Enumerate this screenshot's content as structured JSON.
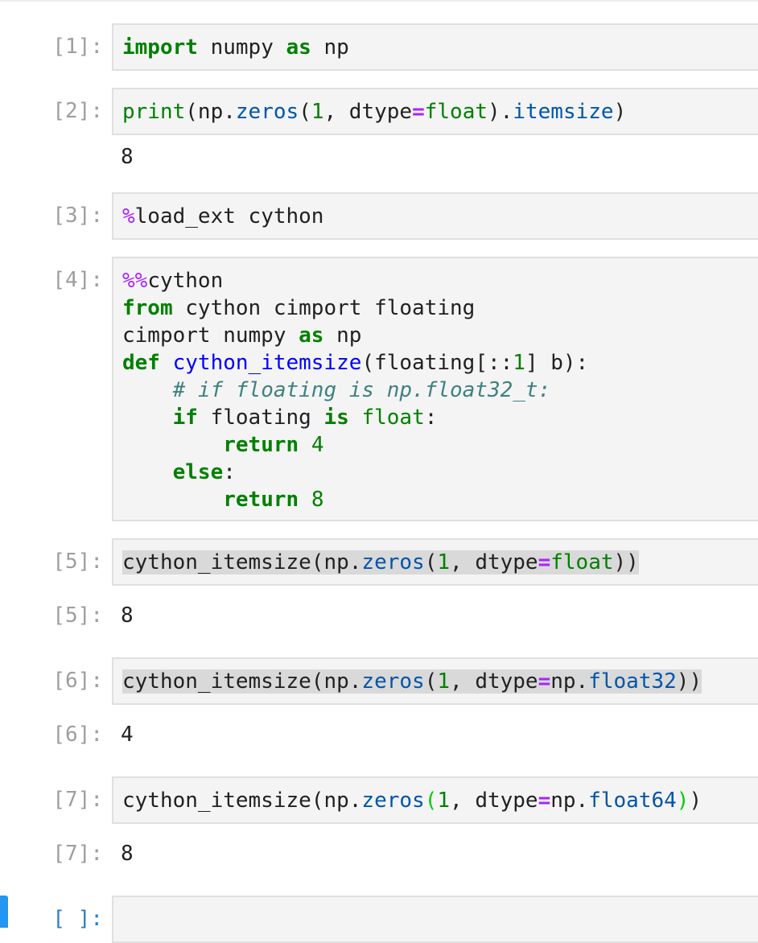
{
  "notebook": {
    "cells": [
      {
        "id": "cell-1",
        "input_prompt": "[1]:",
        "code_lines": [
          [
            {
              "t": "import",
              "c": "kw"
            },
            {
              "t": " numpy ",
              "c": "nm"
            },
            {
              "t": "as",
              "c": "kw"
            },
            {
              "t": " np",
              "c": "nm"
            }
          ]
        ],
        "output": null
      },
      {
        "id": "cell-2",
        "input_prompt": "[2]:",
        "code_lines": [
          [
            {
              "t": "print",
              "c": "bi"
            },
            {
              "t": "(np.",
              "c": "nm"
            },
            {
              "t": "zeros",
              "c": "attr"
            },
            {
              "t": "(",
              "c": "nm"
            },
            {
              "t": "1",
              "c": "num"
            },
            {
              "t": ", dtype",
              "c": "nm"
            },
            {
              "t": "=",
              "c": "op"
            },
            {
              "t": "float",
              "c": "bi"
            },
            {
              "t": ").",
              "c": "nm"
            },
            {
              "t": "itemsize",
              "c": "attr"
            },
            {
              "t": ")",
              "c": "nm"
            }
          ]
        ],
        "output": {
          "prompt": "",
          "text": "8"
        }
      },
      {
        "id": "cell-3",
        "input_prompt": "[3]:",
        "code_lines": [
          [
            {
              "t": "%",
              "c": "mg"
            },
            {
              "t": "load_ext cython",
              "c": "nm"
            }
          ]
        ],
        "output": null
      },
      {
        "id": "cell-4",
        "input_prompt": "[4]:",
        "code_lines": [
          [
            {
              "t": "%%",
              "c": "mg"
            },
            {
              "t": "cython",
              "c": "nm"
            }
          ],
          [
            {
              "t": "from",
              "c": "kw"
            },
            {
              "t": " cython cimport floating",
              "c": "nm"
            }
          ],
          [
            {
              "t": "cimport numpy ",
              "c": "nm"
            },
            {
              "t": "as",
              "c": "kw"
            },
            {
              "t": " np",
              "c": "nm"
            }
          ],
          [
            {
              "t": "def",
              "c": "kw"
            },
            {
              "t": " ",
              "c": "nm"
            },
            {
              "t": "cython_itemsize",
              "c": "fn"
            },
            {
              "t": "(floating[::",
              "c": "nm"
            },
            {
              "t": "1",
              "c": "num"
            },
            {
              "t": "] b):",
              "c": "nm"
            }
          ],
          [
            {
              "t": "    ",
              "c": "nm"
            },
            {
              "t": "# if floating is np.float32_t:",
              "c": "cm"
            }
          ],
          [
            {
              "t": "    ",
              "c": "nm"
            },
            {
              "t": "if",
              "c": "kw"
            },
            {
              "t": " floating ",
              "c": "nm"
            },
            {
              "t": "is",
              "c": "kw"
            },
            {
              "t": " ",
              "c": "nm"
            },
            {
              "t": "float",
              "c": "bi"
            },
            {
              "t": ":",
              "c": "nm"
            }
          ],
          [
            {
              "t": "        ",
              "c": "nm"
            },
            {
              "t": "return",
              "c": "kw"
            },
            {
              "t": " ",
              "c": "nm"
            },
            {
              "t": "4",
              "c": "num"
            }
          ],
          [
            {
              "t": "    ",
              "c": "nm"
            },
            {
              "t": "else",
              "c": "kw"
            },
            {
              "t": ":",
              "c": "nm"
            }
          ],
          [
            {
              "t": "        ",
              "c": "nm"
            },
            {
              "t": "return",
              "c": "kw"
            },
            {
              "t": " ",
              "c": "nm"
            },
            {
              "t": "8",
              "c": "num"
            }
          ]
        ],
        "output": null
      },
      {
        "id": "cell-5",
        "input_prompt": "[5]:",
        "highlighted": true,
        "code_lines": [
          [
            {
              "t": "cython_itemsize(np.",
              "c": "nm"
            },
            {
              "t": "zeros",
              "c": "attr"
            },
            {
              "t": "(",
              "c": "nm"
            },
            {
              "t": "1",
              "c": "num"
            },
            {
              "t": ", dtype",
              "c": "nm"
            },
            {
              "t": "=",
              "c": "op"
            },
            {
              "t": "float",
              "c": "bi"
            },
            {
              "t": "))",
              "c": "nm"
            }
          ]
        ],
        "output": {
          "prompt": "[5]:",
          "text": "8"
        }
      },
      {
        "id": "cell-6",
        "input_prompt": "[6]:",
        "highlighted": true,
        "code_lines": [
          [
            {
              "t": "cython_itemsize(np.",
              "c": "nm"
            },
            {
              "t": "zeros",
              "c": "attr"
            },
            {
              "t": "(",
              "c": "nm"
            },
            {
              "t": "1",
              "c": "num"
            },
            {
              "t": ", dtype",
              "c": "nm"
            },
            {
              "t": "=",
              "c": "op"
            },
            {
              "t": "np.",
              "c": "nm"
            },
            {
              "t": "float32",
              "c": "attr"
            },
            {
              "t": "))",
              "c": "nm"
            }
          ]
        ],
        "output": {
          "prompt": "[6]:",
          "text": "4"
        }
      },
      {
        "id": "cell-7",
        "input_prompt": "[7]:",
        "code_lines": [
          [
            {
              "t": "cython_itemsize(np.",
              "c": "nm"
            },
            {
              "t": "zeros",
              "c": "attr"
            },
            {
              "t": "(",
              "c": "mb"
            },
            {
              "t": "1",
              "c": "num"
            },
            {
              "t": ", dtype",
              "c": "nm"
            },
            {
              "t": "=",
              "c": "op"
            },
            {
              "t": "np.",
              "c": "nm"
            },
            {
              "t": "float64",
              "c": "attr"
            },
            {
              "t": ")",
              "c": "mb"
            },
            {
              "t": ")",
              "c": "nm"
            }
          ]
        ],
        "output": {
          "prompt": "[7]:",
          "text": "8"
        }
      },
      {
        "id": "cell-8",
        "input_prompt": "[ ]:",
        "active": true,
        "code_lines": [],
        "output": null
      }
    ]
  },
  "colors": {
    "keyword": "#008000",
    "magic": "#aa22ff",
    "attribute": "#0055aa",
    "function_def": "#0000ff",
    "comment": "#408080",
    "active_cell_bar": "#2196f3",
    "prompt": "#9e9e9e",
    "cell_bg": "#f4f4f4",
    "cell_border": "#e0e0e0"
  }
}
